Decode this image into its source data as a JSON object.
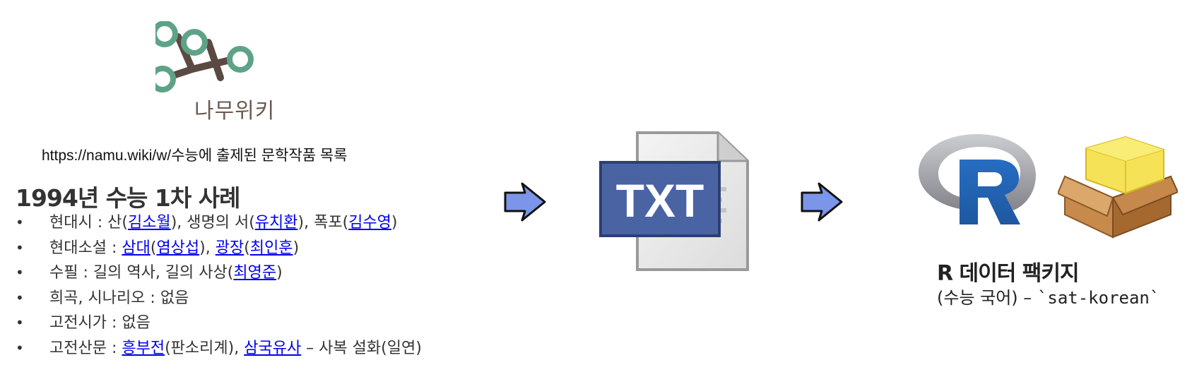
{
  "logo": {
    "text": "나무위키",
    "colors": {
      "node": "#5ea387",
      "branch": "#5b4a42",
      "text": "#6b5a52"
    }
  },
  "source_url": "https://namu.wiki/w/수능에 출제된 문학작품 목록",
  "case_title": "1994년 수능 1차 사례",
  "works": [
    {
      "parts": [
        {
          "text": "현대시 : 산(",
          "link": false
        },
        {
          "text": "김소월",
          "link": true
        },
        {
          "text": "), 생명의 서(",
          "link": false
        },
        {
          "text": "유치환",
          "link": true
        },
        {
          "text": "), 폭포(",
          "link": false
        },
        {
          "text": "김수영",
          "link": true
        },
        {
          "text": ")",
          "link": false
        }
      ]
    },
    {
      "parts": [
        {
          "text": "현대소설 : ",
          "link": false
        },
        {
          "text": "삼대",
          "link": true
        },
        {
          "text": "(",
          "link": false
        },
        {
          "text": "염상섭",
          "link": true
        },
        {
          "text": "), ",
          "link": false
        },
        {
          "text": "광장",
          "link": true
        },
        {
          "text": "(",
          "link": false
        },
        {
          "text": "최인훈",
          "link": true
        },
        {
          "text": ")",
          "link": false
        }
      ]
    },
    {
      "parts": [
        {
          "text": "수필 : 길의 역사, 길의 사상(",
          "link": false
        },
        {
          "text": "최영준",
          "link": true
        },
        {
          "text": ")",
          "link": false
        }
      ]
    },
    {
      "parts": [
        {
          "text": "희곡, 시나리오 : 없음",
          "link": false
        }
      ]
    },
    {
      "parts": [
        {
          "text": "고전시가 : 없음",
          "link": false
        }
      ]
    },
    {
      "parts": [
        {
          "text": "고전산문 : ",
          "link": false
        },
        {
          "text": "흥부전",
          "link": true
        },
        {
          "text": "(판소리계), ",
          "link": false
        },
        {
          "text": "삼국유사",
          "link": true
        },
        {
          "text": " – 사복 설화(일연)",
          "link": false
        }
      ]
    }
  ],
  "bullet": "•",
  "txt_icon": {
    "label": "TXT",
    "icon": "text-file-icon"
  },
  "arrows": {
    "icon": "right-arrow-icon",
    "color": "#7b96e8"
  },
  "package": {
    "title": "R 데이터 팩키지",
    "subtitle_prefix": "(수능 국어) – ",
    "subtitle_code": "`sat-korean`",
    "r_logo_letter": "R"
  },
  "colors": {
    "link": "#0000ee",
    "txt_box": "#4a63a3",
    "r_blue": "#2767b8"
  }
}
